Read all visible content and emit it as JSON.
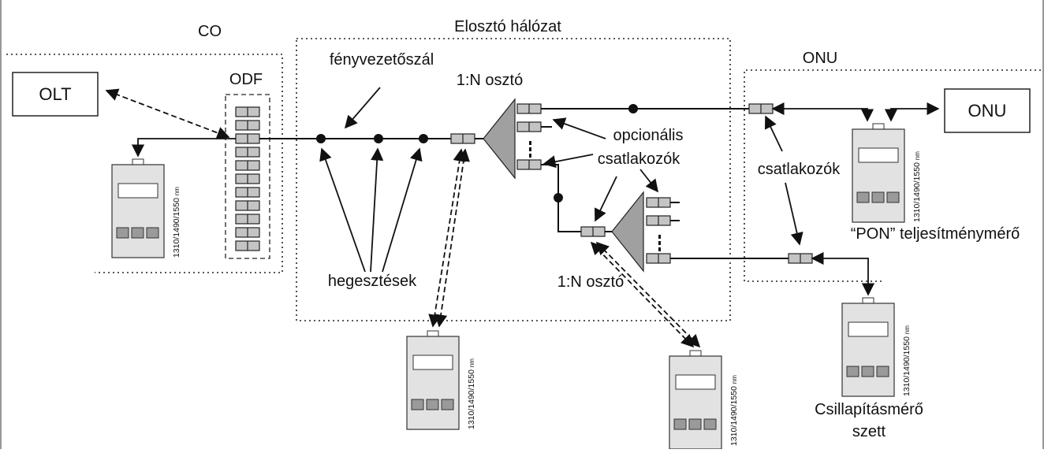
{
  "regions": {
    "co": "CO",
    "distribution": "Elosztó hálózat",
    "onu_area": "ONU"
  },
  "devices": {
    "olt": "OLT",
    "onu": "ONU",
    "odf": "ODF"
  },
  "labels": {
    "fiber": "fényvezetőszál",
    "splitter_top": "1:N osztó",
    "splitter_bottom": "1:N osztó",
    "optional_connectors_1": "opcionális",
    "optional_connectors_2": "csatlakozók",
    "connectors": "csatlakozók",
    "splices": "hegesztések",
    "pon_meter": "“PON” teljesítménymérő",
    "attenuation_kit_1": "Csillapításmérő",
    "attenuation_kit_2": "szett"
  },
  "meters": {
    "wavelengths": "1310/1490/1550",
    "unit": "nm"
  },
  "colors": {
    "meter_body": "#e2e2e2",
    "meter_button": "#9a9a9a",
    "connector": "#c4c4c4",
    "splitter": "#a0a0a0",
    "line": "#111111"
  }
}
